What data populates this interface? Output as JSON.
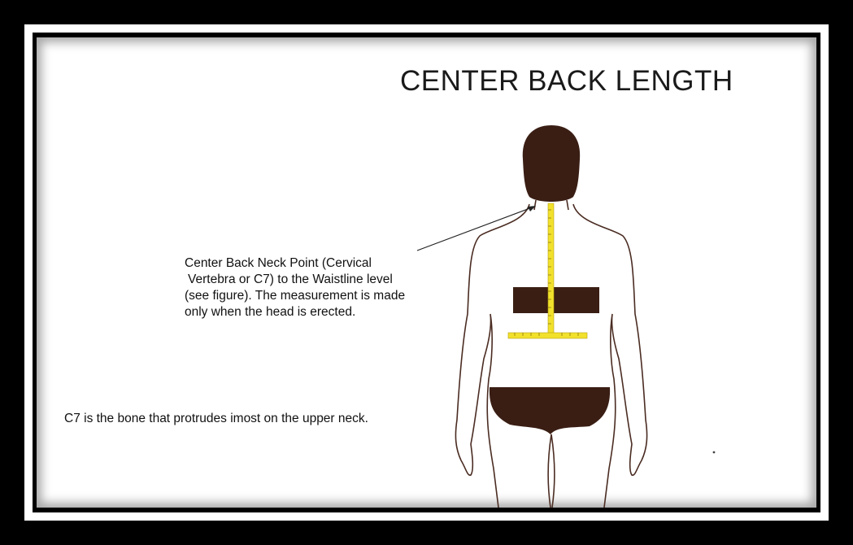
{
  "title": "CENTER BACK LENGTH",
  "description": {
    "line1": "Center Back Neck Point (Cervical",
    "line2": "Vertebra or C7) to the Waistline level",
    "line3": "(see figure). The measurement is made",
    "line4": "only when the head is erected."
  },
  "footnote": "C7 is the bone that protrudes imost on the upper neck.",
  "colors": {
    "figure_fill": "#3a1e14",
    "outline": "#4a2c22",
    "tape": "#f2e12c",
    "frame": "#000000",
    "background": "#ffffff"
  }
}
